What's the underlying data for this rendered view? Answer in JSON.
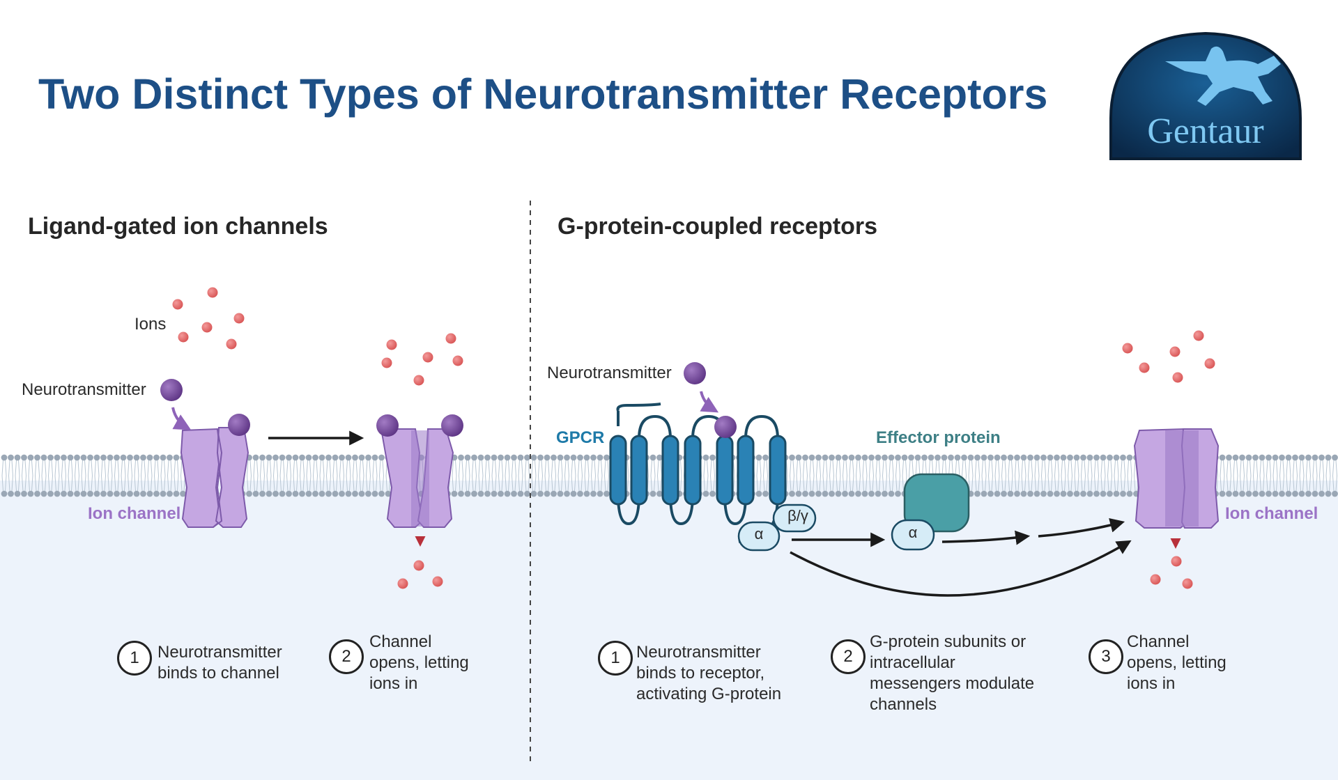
{
  "title": "Two Distinct Types of Neurotransmitter Receptors",
  "logo": {
    "text": "Gentaur"
  },
  "left": {
    "heading": "Ligand-gated ion channels",
    "labels": {
      "ions": "Ions",
      "neurotransmitter": "Neurotransmitter",
      "ion_channel": "Ion channel"
    },
    "steps": [
      {
        "number": "1",
        "lines": [
          "Neurotransmitter",
          "binds to channel"
        ]
      },
      {
        "number": "2",
        "lines": [
          "Channel",
          "opens, letting",
          "ions in"
        ]
      }
    ]
  },
  "right": {
    "heading": "G-protein-coupled receptors",
    "labels": {
      "neurotransmitter": "Neurotransmitter",
      "gpcr": "GPCR",
      "effector_protein": "Effector protein",
      "ion_channel": "Ion channel",
      "alpha": "α",
      "beta_gamma": "β/γ",
      "alpha_effector": "α"
    },
    "steps": [
      {
        "number": "1",
        "lines": [
          "Neurotransmitter",
          "binds to receptor,",
          "activating G-protein"
        ]
      },
      {
        "number": "2",
        "lines": [
          "G-protein subunits or",
          "intracellular",
          "messengers modulate",
          "channels"
        ]
      },
      {
        "number": "3",
        "lines": [
          "Channel",
          "opens, letting",
          "ions in"
        ]
      }
    ]
  },
  "colors": {
    "title": "#1d4f86",
    "channel": "#c5a7e2",
    "channel_dark": "#8e6bbf",
    "gpcr": "#2a82b5",
    "effector": "#4a9fa6",
    "ion": "#e06565",
    "arrow_red": "#b8303a",
    "neurotransmitter": "#7b4f9e"
  }
}
